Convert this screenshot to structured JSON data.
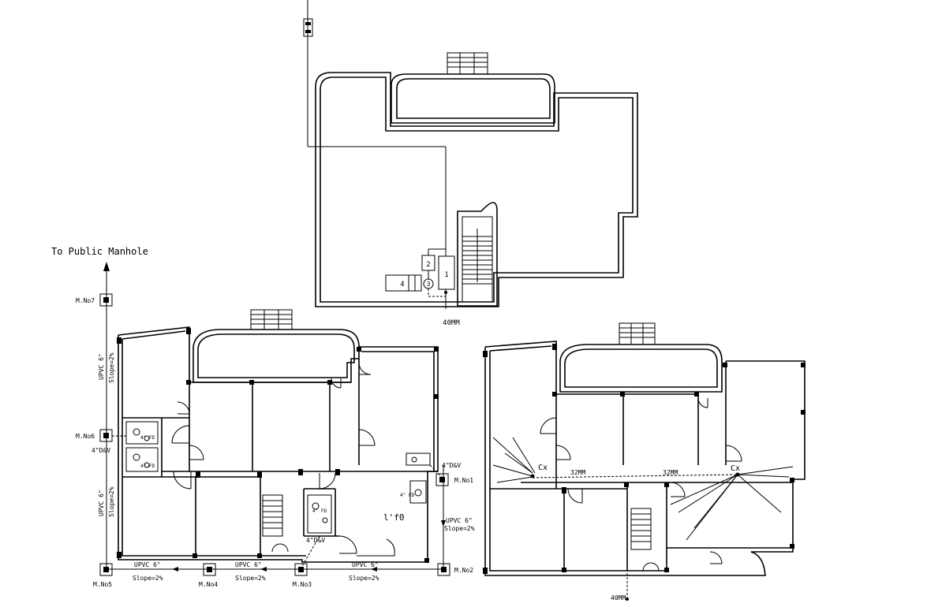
{
  "title": "To Public Manhole",
  "manholes": [
    "M.No7",
    "M.No6",
    "M.No5",
    "M.No4",
    "M.No3",
    "M.No2",
    "M.No1"
  ],
  "pipe_labels": {
    "upvc": "UPVC 6\"",
    "slope": "Slope=2%",
    "dv": "4\"D&V",
    "fd": "4\" FD",
    "room": "l'f0"
  },
  "site_plan": {
    "equipment": [
      "1",
      "2",
      "3",
      "4"
    ],
    "pipe_size": "40MM"
  },
  "right_plan": {
    "cx_labels": [
      "Cx",
      "Cx"
    ],
    "pipe_sizes": [
      "32MM",
      "32MM"
    ],
    "bottom_size": "40MM"
  }
}
